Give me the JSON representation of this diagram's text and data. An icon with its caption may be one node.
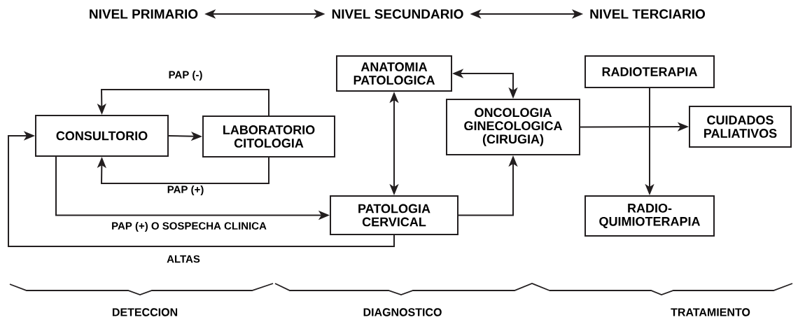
{
  "diagram": {
    "nodes": [
      {
        "text": [
          "NIVEL PRIMARIO"
        ]
      },
      {
        "text": [
          "NIVEL SECUNDARIO"
        ]
      },
      {
        "text": [
          "NIVEL TERCIARIO"
        ]
      },
      {
        "text": [
          "CONSULTORIO"
        ]
      },
      {
        "text": [
          "LABORATORIO CITOLOGIA"
        ]
      },
      {
        "text": [
          "ANATOMIA PATOLOGICA"
        ]
      },
      {
        "text": [
          "ONCOLOGIA GINECOLOGICA (CIRUGIA)"
        ]
      },
      {
        "text": [
          "RADIOTERAPIA"
        ]
      },
      {
        "text": [
          "CUIDADOS PALIATIVOS"
        ]
      },
      {
        "text": [
          "PATOLOGIA CERVICAL"
        ]
      },
      {
        "text": [
          "RADIO-QUIMIOTERAPIA"
        ]
      }
    ],
    "edges": [
      {
        "from": 0,
        "to": 1,
        "arrow": "both"
      },
      {
        "from": 1,
        "to": 2,
        "arrow": "both"
      },
      {
        "from": 4,
        "to": 3,
        "arrow": "to",
        "label": "PAP (-)"
      },
      {
        "from": 3,
        "to": 4,
        "arrow": "to"
      },
      {
        "from": 4,
        "to": 3,
        "arrow": "to",
        "label": "PAP (+)"
      },
      {
        "from": 3,
        "to": 9,
        "arrow": "to",
        "label": "PAP (+) O SOSPECHA CLINICA"
      },
      {
        "from": 9,
        "to": 3,
        "arrow": "to",
        "label": "ALTAS"
      },
      {
        "from": 5,
        "to": 9,
        "arrow": "both"
      },
      {
        "from": 5,
        "to": 6,
        "arrow": "both"
      },
      {
        "from": 9,
        "to": 6,
        "arrow": "to"
      },
      {
        "from": 6,
        "to": 8,
        "arrow": "to"
      },
      {
        "from": 7,
        "to": 10,
        "arrow": "to"
      }
    ],
    "labels": [
      "DETECCION",
      "DIAGNOSTICO",
      "TRATAMIENTO"
    ]
  }
}
